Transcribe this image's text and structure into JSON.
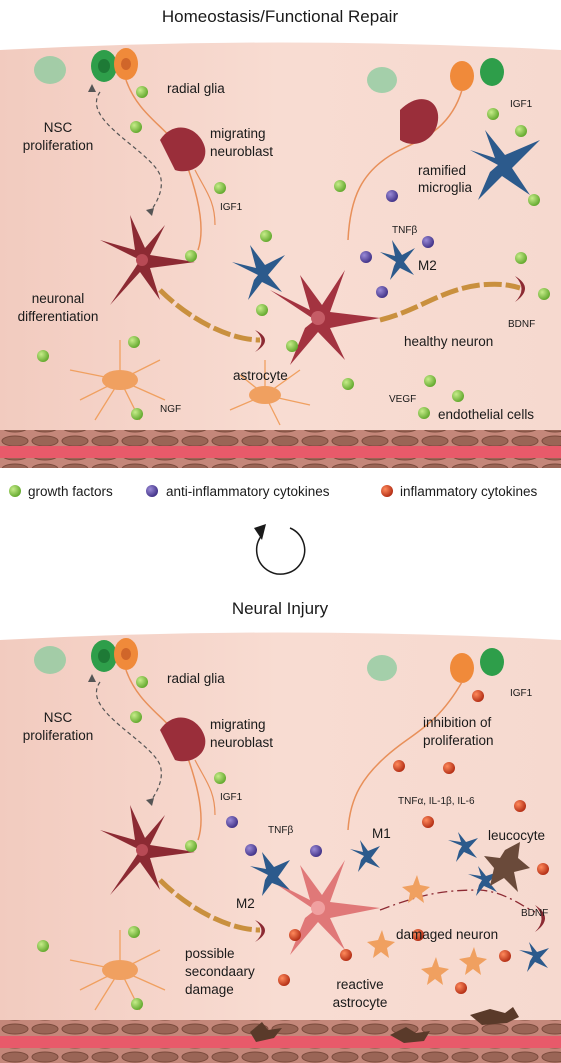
{
  "panels": {
    "top": {
      "title": "Homeostasis/Functional Repair",
      "labels": {
        "nsc1": "NSC",
        "nsc2": "proliferation",
        "radial_glia": "radial glia",
        "migrating1": "migrating",
        "migrating2": "neuroblast",
        "igf1_left": "IGF1",
        "igf1_right": "IGF1",
        "ramified1": "ramified",
        "ramified2": "microglia",
        "tnfb": "TNFβ",
        "m2": "M2",
        "neuronal1": "neuronal",
        "neuronal2": "differentiation",
        "bdnf": "BDNF",
        "healthy_neuron": "healthy neuron",
        "astrocyte": "astrocyte",
        "vegf": "VEGF",
        "ngf": "NGF",
        "endothelial": "endothelial cells"
      }
    },
    "legend": {
      "growth": "growth factors",
      "anti": "anti-inflammatory cytokines",
      "inflam": "inflammatory cytokines"
    },
    "bottom": {
      "title": "Neural Injury",
      "labels": {
        "nsc1": "NSC",
        "nsc2": "proliferation",
        "radial_glia": "radial glia",
        "migrating1": "migrating",
        "migrating2": "neuroblast",
        "igf1_left": "IGF1",
        "igf1_right": "IGF1",
        "inhibition1": "inhibition of",
        "inhibition2": "proliferation",
        "tnf_list": "TNFα, IL-1β, IL-6",
        "tnfb": "TNFβ",
        "m1": "M1",
        "m2": "M2",
        "leucocyte": "leucocyte",
        "bdnf": "BDNF",
        "damaged": "damaged neuron",
        "possible1": "possible",
        "possible2": "secondaary",
        "possible3": "damage",
        "reactive1": "reactive",
        "reactive2": "astrocyte"
      }
    }
  },
  "colors": {
    "tissue": "#f4d3c8",
    "growth": "#7dbe3f",
    "anti": "#5a4aa0",
    "inflam": "#c43b1e",
    "neuron": "#8c2a33",
    "neuron_pink": "#d96a6a",
    "astrocyte": "#f0a060",
    "microglia": "#2c5a8c",
    "vessel": "#8a5a48",
    "nsc_green": "#2e9e4a",
    "nsc_orange": "#f08a3a"
  }
}
